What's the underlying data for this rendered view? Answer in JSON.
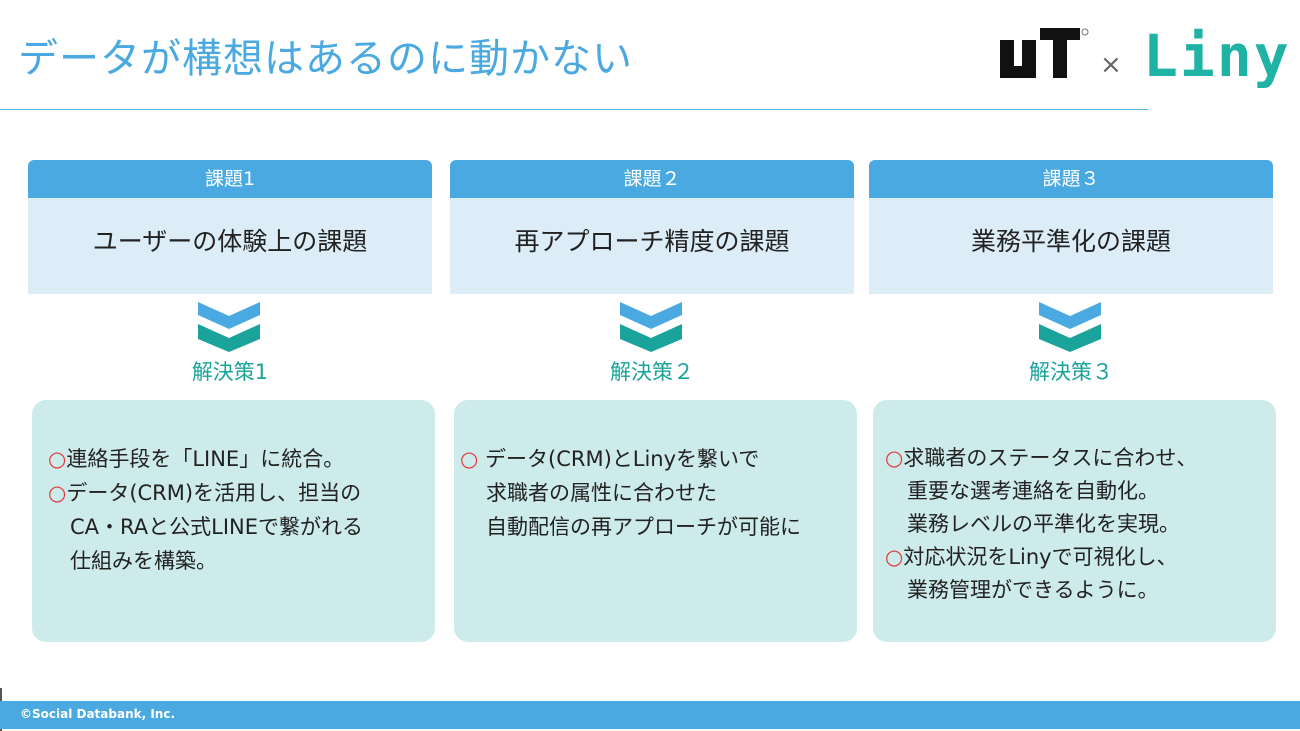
{
  "header": {
    "title": "データが構想はあるのに動かない",
    "logo_left": "UT",
    "logo_separator": "×",
    "logo_right": "Liny"
  },
  "columns": [
    {
      "tab": "課題1",
      "issue": "ユーザーの体験上の課題",
      "solution_label": "解決策1",
      "lines": [
        {
          "mark": "○",
          "text": "連絡手段を「LINE」に統合。"
        },
        {
          "mark": "○",
          "text": "データ(CRM)を活用し、担当の"
        },
        {
          "mark": "",
          "text": "CA・RAと公式LINEで繋がれる"
        },
        {
          "mark": "",
          "text": "仕組みを構築。"
        }
      ]
    },
    {
      "tab": "課題２",
      "issue": "再アプローチ精度の課題",
      "solution_label": "解決策２",
      "lines": [
        {
          "mark": "○",
          "text": " データ(CRM)とLinyを繋いで"
        },
        {
          "mark": "",
          "text": "求職者の属性に合わせた"
        },
        {
          "mark": "",
          "text": "自動配信の再アプローチが可能に"
        }
      ]
    },
    {
      "tab": "課題３",
      "issue": "業務平準化の課題",
      "solution_label": "解決策３",
      "lines": [
        {
          "mark": "○",
          "text": "求職者のステータスに合わせ、"
        },
        {
          "mark": "",
          "text": "重要な選考連絡を自動化。"
        },
        {
          "mark": "",
          "text": "業務レベルの平準化を実現。"
        },
        {
          "mark": "○",
          "text": "対応状況をLinyで可視化し、"
        },
        {
          "mark": "",
          "text": "業務管理ができるように。"
        }
      ]
    }
  ],
  "footer": {
    "copyright": "©Social Databank, Inc."
  },
  "colors": {
    "accent": "#4aa9e0",
    "teal": "#1aa39a",
    "box": "#cdebea",
    "issue_bg": "#dcedf8",
    "mark": "#e03a3a"
  }
}
